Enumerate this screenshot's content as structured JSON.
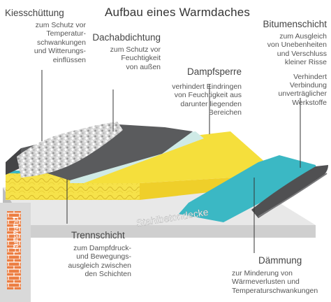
{
  "title": "Aufbau eines Warmdaches",
  "colors": {
    "gravel": "#c9c9c9",
    "membrane": "#58595b",
    "separating_layer": "#bfe3df",
    "vapor_barrier": "#34b5c2",
    "insulation": "#f5e03a",
    "concrete": "#dcdcdc",
    "wall": "#e9773c",
    "leader": "#333333"
  },
  "labels": {
    "kies": {
      "name": "Kiesschüttung",
      "lines": [
        "zum Schutz vor",
        "Temperatur-",
        "schwankungen",
        "und Witterungs-",
        "einflüssen"
      ]
    },
    "dach": {
      "name": "Dachabdichtung",
      "lines": [
        "zum Schutz vor",
        "Feuchtigkeit",
        "von außen"
      ]
    },
    "bitumen": {
      "name": "Bitumenschicht",
      "lines": [
        "zum Ausgleich",
        "von Unebenheiten",
        "und Verschluss",
        "kleiner Risse",
        "",
        "Verhindert",
        "Verbindung",
        "unverträglicher",
        "Werkstoffe"
      ]
    },
    "dampf": {
      "name": "Dampfsperre",
      "lines": [
        "verhindert Eindringen",
        "von Feuchtigkeit aus",
        "darunter liegenden",
        "Bereichen"
      ]
    },
    "trenn": {
      "name": "Trennschicht",
      "lines": [
        "zum Dampfdruck-",
        "und Bewegungs-",
        "ausgleich zwischen",
        "den Schichten"
      ]
    },
    "daemm": {
      "name": "Dämmung",
      "lines": [
        "zur Minderung von",
        "Wärmeverlusten und",
        "Temperaturschwankungen"
      ]
    }
  },
  "slab_label": "Stahlbetondecke",
  "wall_label": "Hauswand"
}
